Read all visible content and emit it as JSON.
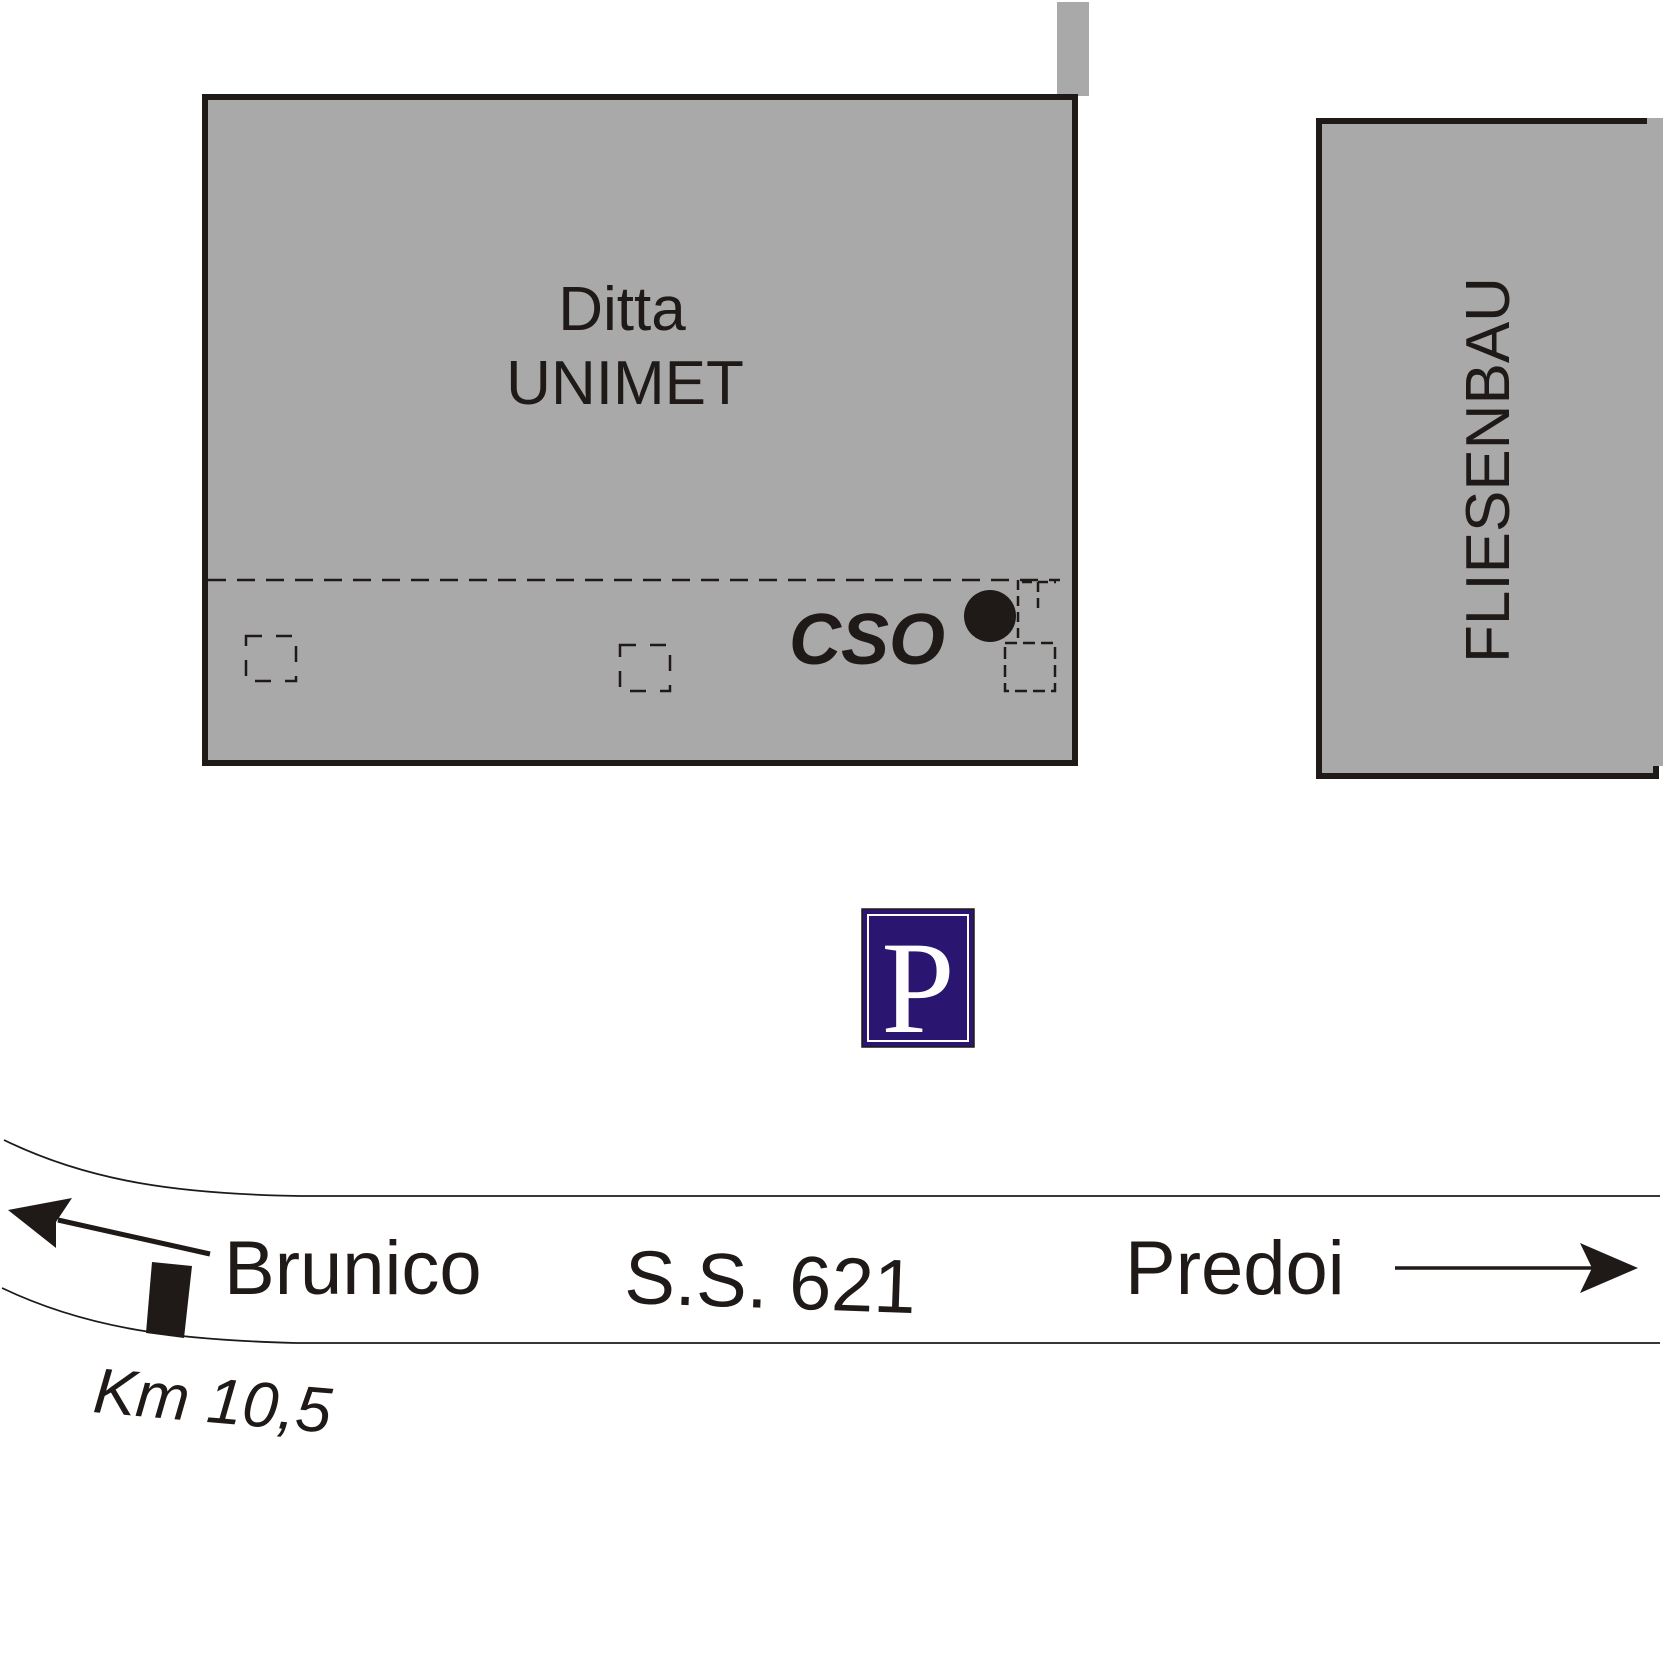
{
  "buildings": {
    "unimet": {
      "line1": "Ditta",
      "line2": "UNIMET"
    },
    "fliesenbau": {
      "label": "FLIESENBAU"
    }
  },
  "markers": {
    "cso": {
      "label": "CSO"
    },
    "parking": {
      "letter": "P"
    }
  },
  "road": {
    "name": "S.S. 621",
    "west_destination": "Brunico",
    "east_destination": "Predoi",
    "kilometer_marker": "Km 10,5"
  },
  "colors": {
    "building_fill": "#a9a9a9",
    "outline": "#1f1a17",
    "parking_blue": "#2a1670",
    "background": "#ffffff"
  }
}
